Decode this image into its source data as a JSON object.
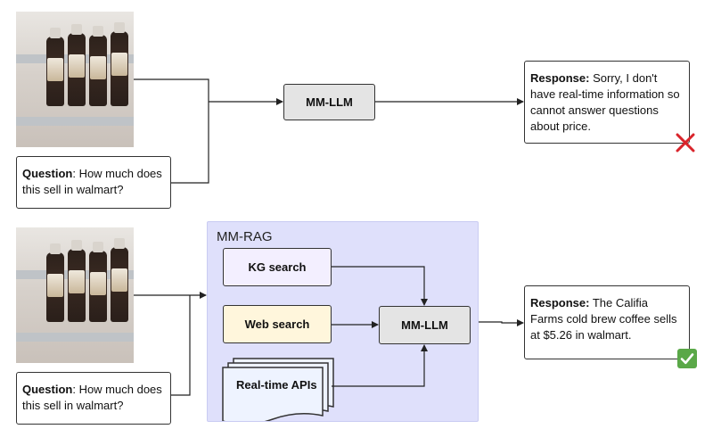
{
  "top": {
    "question": {
      "label": "Question",
      "text": ": How much does this sell in walmart?"
    },
    "model": {
      "label": "MM-LLM"
    },
    "response": {
      "label": "Response:",
      "text": " Sorry, I don't have real-time information so cannot answer questions about price."
    },
    "verdict_icon": "red-x-icon"
  },
  "bottom": {
    "question": {
      "label": "Question",
      "text": ": How much does this sell in walmart?"
    },
    "mmrag": {
      "title": "MM-RAG",
      "kg_search": "KG search",
      "web_search": "Web search",
      "realtime_apis": "Real-time APIs",
      "model": "MM-LLM"
    },
    "response": {
      "label": "Response:",
      "text": " The Califia Farms cold brew coffee sells at $5.26 in walmart."
    },
    "verdict_icon": "green-check-icon"
  },
  "colors": {
    "mmrag_bg": "#dfe0fb",
    "kg_bg": "#f3efff",
    "web_bg": "#fff6dc",
    "api_bg": "#eef3ff",
    "model_bg": "#e4e4e4",
    "cross": "#d9242b",
    "check": "#5aa848"
  }
}
